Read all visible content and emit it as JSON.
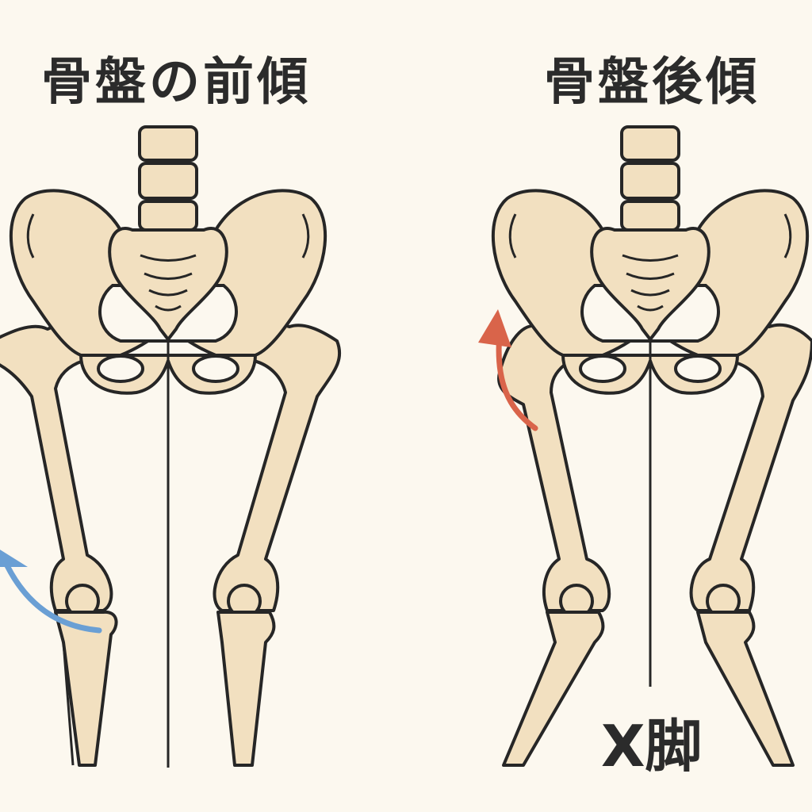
{
  "left_panel": {
    "title": "骨盤の前傾",
    "arrow_color": "#6a9fd4"
  },
  "right_panel": {
    "title": "骨盤後傾",
    "label": "X脚",
    "arrow_color": "#d9644a"
  },
  "colors": {
    "background": "#fcf8ef",
    "bone": "#f2e0c0",
    "outline": "#262626"
  }
}
